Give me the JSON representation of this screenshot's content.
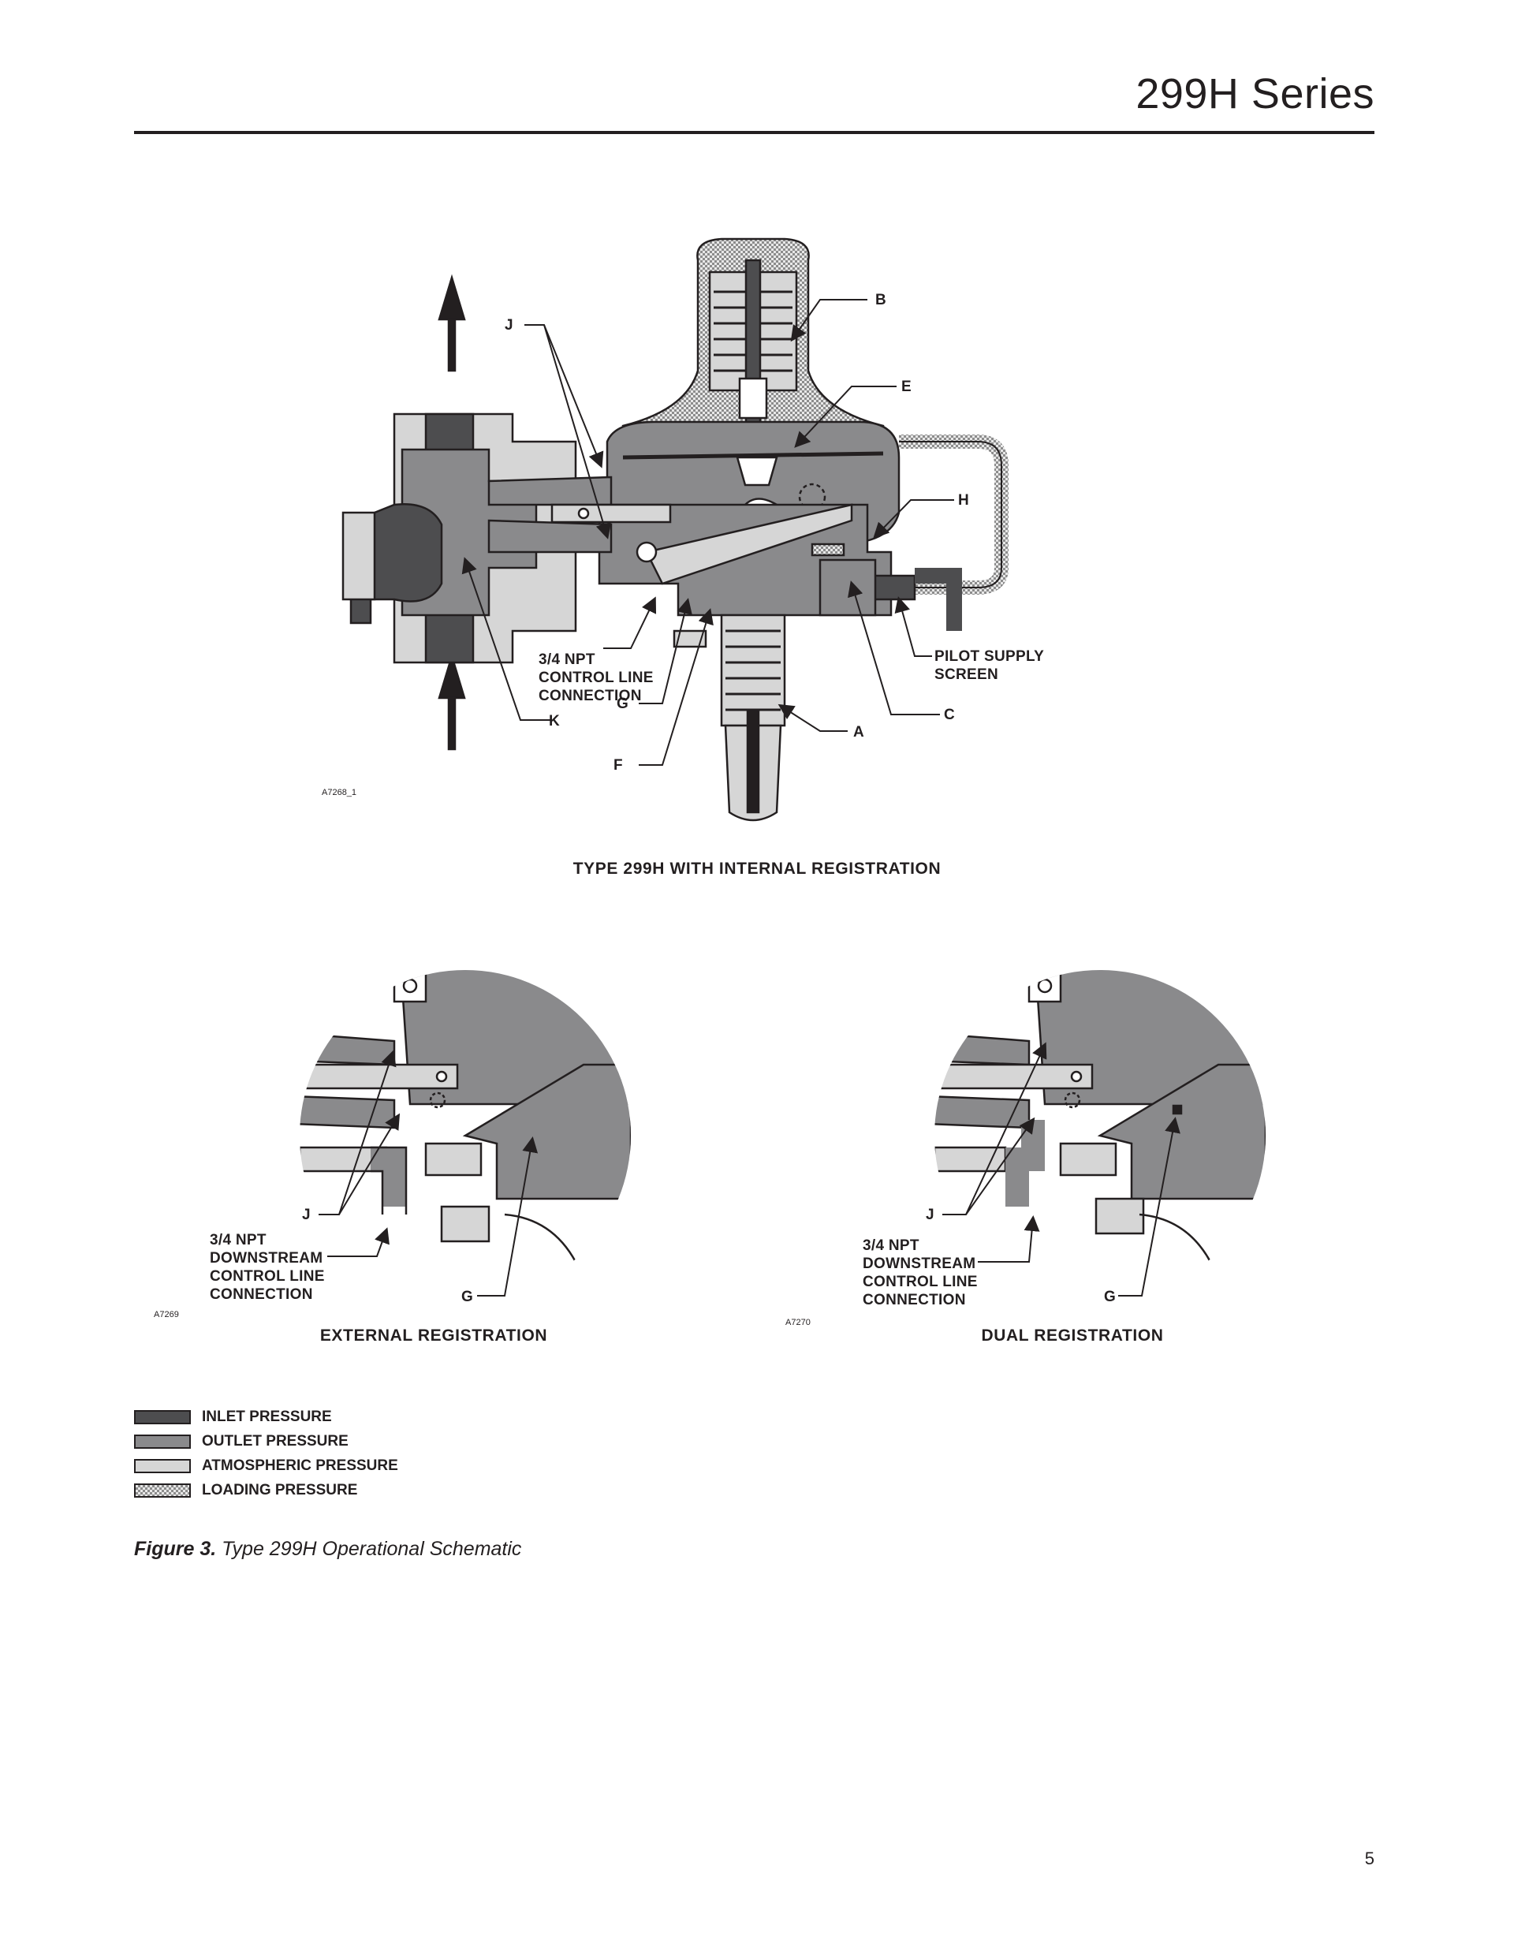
{
  "header": {
    "title": "299H Series"
  },
  "main_figure": {
    "labels": {
      "j": "J",
      "b": "B",
      "e": "E",
      "h": "H",
      "k": "K",
      "g": "G",
      "f": "F",
      "a": "A",
      "c": "C",
      "npt_1": "3/4 NPT",
      "npt_2": "CONTROL LINE",
      "npt_3": "CONNECTION",
      "pilot_1": "PILOT SUPPLY",
      "pilot_2": "SCREEN"
    },
    "code": "A7268_1",
    "caption": "TYPE 299H WITH INTERNAL REGISTRATION"
  },
  "external_figure": {
    "labels": {
      "j": "J",
      "g": "G",
      "npt_1": "3/4 NPT",
      "npt_2": "DOWNSTREAM",
      "npt_3": "CONTROL LINE",
      "npt_4": "CONNECTION"
    },
    "code": "A7269",
    "caption": "EXTERNAL REGISTRATION"
  },
  "dual_figure": {
    "labels": {
      "j": "J",
      "g": "G",
      "npt_1": "3/4 NPT",
      "npt_2": "DOWNSTREAM",
      "npt_3": "CONTROL LINE",
      "npt_4": "CONNECTION"
    },
    "code": "A7270",
    "caption": "DUAL REGISTRATION"
  },
  "legend": {
    "items": [
      {
        "label": "INLET PRESSURE",
        "color": "#4d4d4f"
      },
      {
        "label": "OUTLET PRESSURE",
        "color": "#8a8a8c"
      },
      {
        "label": "ATMOSPHERIC PRESSURE",
        "color": "#d6d6d6"
      },
      {
        "label": "LOADING PRESSURE",
        "color": "pattern"
      }
    ]
  },
  "figure_caption": {
    "number": "Figure 3.",
    "text": "Type 299H Operational Schematic"
  },
  "page_number": "5"
}
